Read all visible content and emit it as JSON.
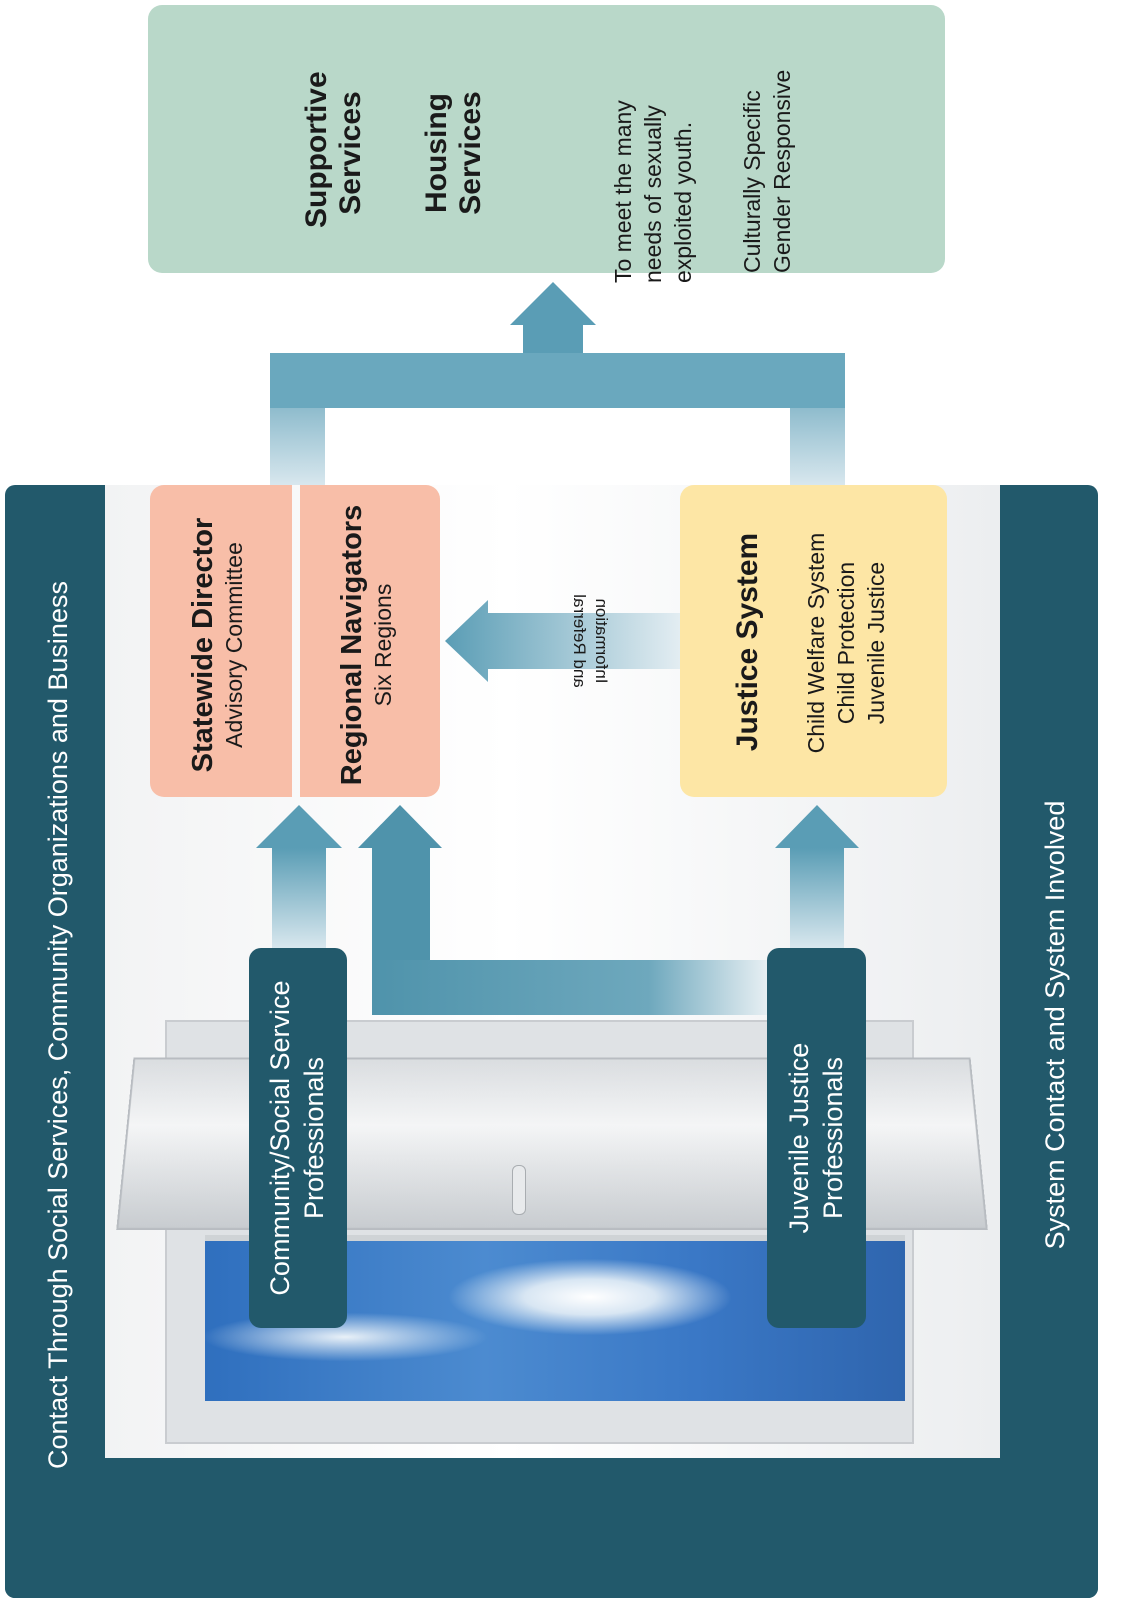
{
  "outer_frame": {
    "left_label": "Contact Through Social Services, Community Organizations and Business",
    "right_label": "System Contact and System Involved",
    "color": "#22596b"
  },
  "services_box": {
    "heading_1": "Supportive Services",
    "heading_1_line1": "Supportive",
    "heading_1_line2": "Services",
    "heading_2_line1": "Housing",
    "heading_2_line2": "Services",
    "desc_line1": "To meet the many",
    "desc_line2": "needs of sexually",
    "desc_line3": "exploited youth.",
    "desc2_line1": "Culturally Specific",
    "desc2_line2": "Gender Responsive",
    "color": "#b9d8c9"
  },
  "statewide_box": {
    "title": "Statewide Director",
    "subtitle": "Advisory Committee",
    "color": "#f8bea8"
  },
  "navigators_box": {
    "title": "Regional Navigators",
    "subtitle": "Six Regions"
  },
  "justice_box": {
    "title": "Justice System",
    "item_1": "Child Welfare System",
    "item_2": "Child Protection",
    "item_3": "Juvenile Justice",
    "color": "#fde6a5"
  },
  "referral_arrow": {
    "line1": "Information",
    "line2": "and Referral"
  },
  "community_label": {
    "line1": "Community/Social Service",
    "line2": "Professionals"
  },
  "juvenile_label": {
    "line1": "Juvenile Justice",
    "line2": "Professionals"
  },
  "arrow_color": "#5a9db5"
}
